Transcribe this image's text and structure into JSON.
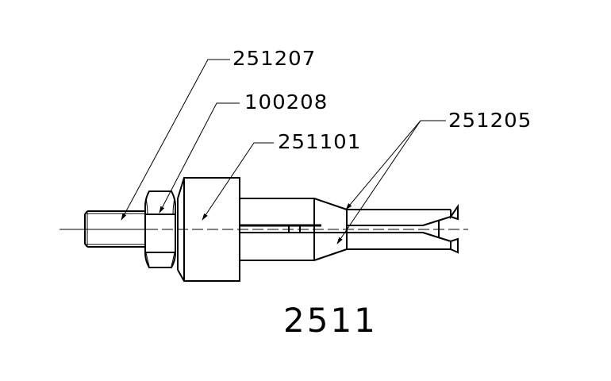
{
  "drawing": {
    "title": "2511",
    "callouts": [
      {
        "id": "c1",
        "label": "251207",
        "part": "threaded stud"
      },
      {
        "id": "c2",
        "label": "100208",
        "part": "hex nut"
      },
      {
        "id": "c3",
        "label": "251101",
        "part": "body"
      },
      {
        "id": "c4",
        "label": "251205",
        "part": "collet"
      }
    ],
    "colors": {
      "line": "#000000",
      "background": "#ffffff"
    }
  }
}
